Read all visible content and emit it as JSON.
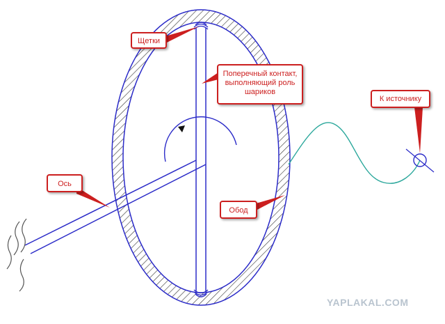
{
  "callouts": {
    "brushes": "Щетки",
    "contact": "Поперечный контакт, выполняющий роль шариков",
    "source": "К источнику",
    "axle": "Ось",
    "rim": "Обод"
  },
  "watermark": "YAPLAKAL.COM",
  "colors": {
    "outline": "#2b2bc8",
    "label": "#cc1f1f",
    "wire": "#2aa79b",
    "hatch": "#333333"
  }
}
